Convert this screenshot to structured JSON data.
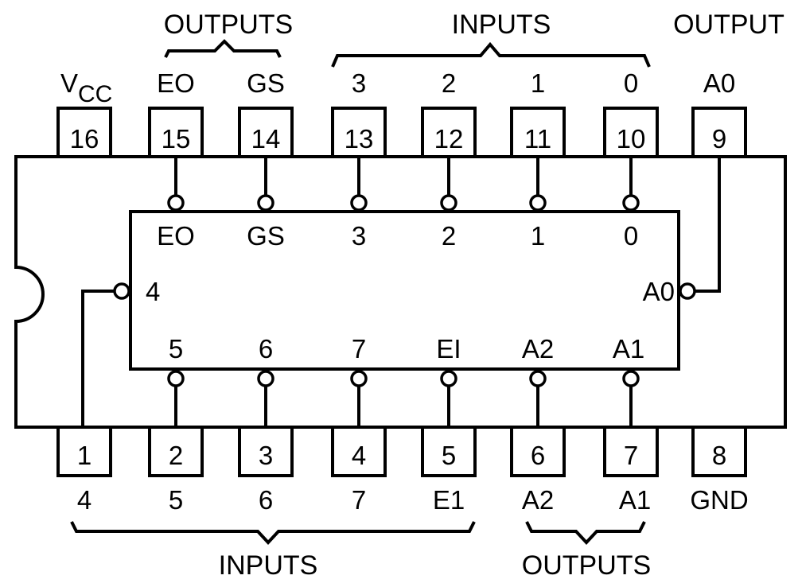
{
  "groups": {
    "top_outputs": "OUTPUTS",
    "top_inputs": "INPUTS",
    "top_output": "OUTPUT",
    "bottom_inputs": "INPUTS",
    "bottom_outputs": "OUTPUTS"
  },
  "top_pins": [
    {
      "num": "16",
      "label": "V",
      "sub": "CC"
    },
    {
      "num": "15",
      "label": "EO"
    },
    {
      "num": "14",
      "label": "GS"
    },
    {
      "num": "13",
      "label": "3"
    },
    {
      "num": "12",
      "label": "2"
    },
    {
      "num": "11",
      "label": "1"
    },
    {
      "num": "10",
      "label": "0"
    },
    {
      "num": "9",
      "label": "A0"
    }
  ],
  "bottom_pins": [
    {
      "num": "1",
      "label": "4"
    },
    {
      "num": "2",
      "label": "5"
    },
    {
      "num": "3",
      "label": "6"
    },
    {
      "num": "4",
      "label": "7"
    },
    {
      "num": "5",
      "label": "E1"
    },
    {
      "num": "6",
      "label": "A2"
    },
    {
      "num": "7",
      "label": "A1"
    },
    {
      "num": "8",
      "label": "GND"
    }
  ],
  "inner_top": [
    "EO",
    "GS",
    "3",
    "2",
    "1",
    "0"
  ],
  "inner_bottom": [
    "5",
    "6",
    "7",
    "EI",
    "A2",
    "A1"
  ],
  "inner_left": "4",
  "inner_right": "A0"
}
